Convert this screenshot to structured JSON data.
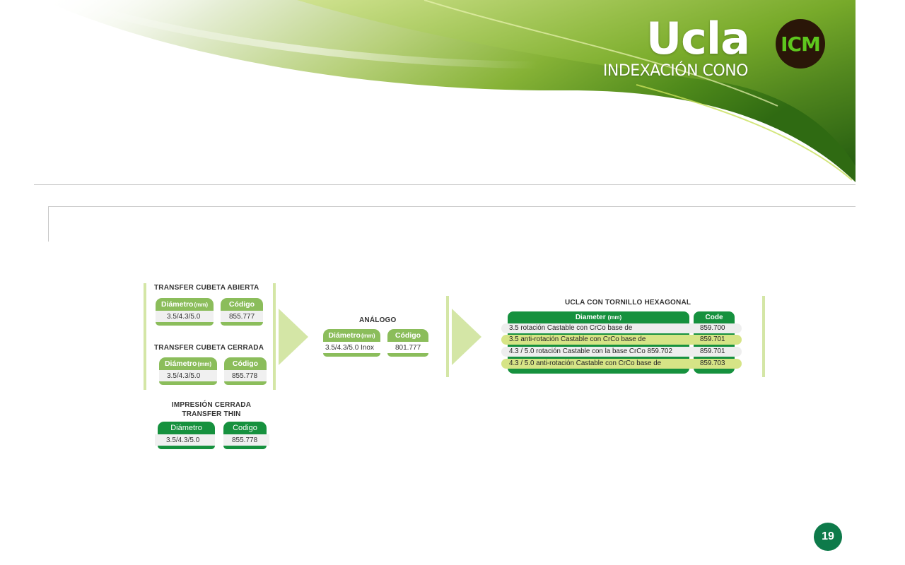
{
  "header": {
    "title": "Ucla",
    "subtitle": "INDEXACIÓN CONO",
    "logo_text": "ICM"
  },
  "colors": {
    "dark_green": "#16913e",
    "light_green": "#8bbd5b",
    "lime_row": "#d6e486",
    "arrow_green": "#d4e6a6",
    "logo_bg": "#2a1608",
    "logo_text": "#5ec61e"
  },
  "transfer_abierta": {
    "title": "TRANSFER CUBETA ABIERTA",
    "col1_label": "Diámetro",
    "col1_unit": "(mm)",
    "col2_label": "Código",
    "diameter": "3.5/4.3/5.0",
    "code": "855.777"
  },
  "transfer_cerrada": {
    "title": "TRANSFER CUBETA CERRADA",
    "col1_label": "Diámetro",
    "col1_unit": "(mm)",
    "col2_label": "Código",
    "diameter": "3.5/4.3/5.0",
    "code": "855.778"
  },
  "impresion": {
    "title_line1": "IMPRESIÓN CERRADA",
    "title_line2": "TRANSFER THIN",
    "col1_label": "Diámetro",
    "col2_label": "Codigo",
    "diameter": "3.5/4.3/5.0",
    "code": "855.778"
  },
  "analogo": {
    "title": "ANÁLOGO",
    "col1_label": "Diámetro",
    "col1_unit": "(mm)",
    "col2_label": "Código",
    "diameter": "3.5/4.3/5.0 Inox",
    "code": "801.777"
  },
  "ucla": {
    "title": "UCLA CON TORNILLO HEXAGONAL",
    "col1_label": "Diameter",
    "col1_unit": "(mm)",
    "col2_label": "Code",
    "rows": [
      {
        "description": "3.5 rotación Castable con CrCo base de",
        "code": "859.700"
      },
      {
        "description": "3.5 anti-rotación Castable con CrCo base de",
        "code": "859.701"
      },
      {
        "description": "4.3 / 5.0 rotación Castable con la base CrCo 859.702",
        "code": "859.701"
      },
      {
        "description": "4.3 / 5.0 anti-rotación Castable con CrCo base de",
        "code": "859.703"
      }
    ]
  },
  "page_number": "19"
}
